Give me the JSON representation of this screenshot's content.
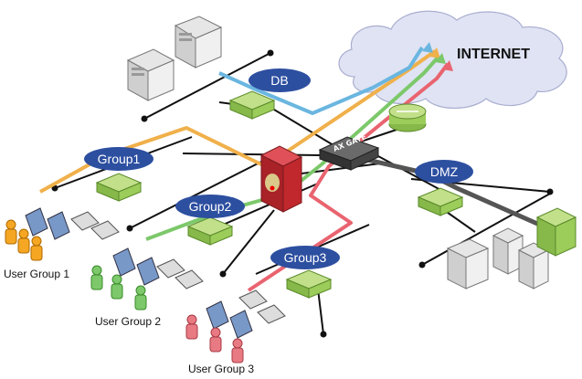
{
  "diagram": {
    "internet_label": "INTERNET",
    "gateway_label": "AX GATE",
    "zones": {
      "db": "DB",
      "group1": "Group1",
      "group2": "Group2",
      "group3": "Group3",
      "dmz": "DMZ"
    },
    "user_groups": [
      "User Group 1",
      "User Group 2",
      "User Group 3"
    ],
    "colors": {
      "group1_link": "#f0b04a",
      "group2_link": "#7cc86a",
      "group3_link": "#e96470",
      "db_link": "#6ab6e0",
      "dmz_link": "#555555",
      "pill": "#2d4fa0",
      "switch": "#9ccc5a",
      "firewall": "#c0282d",
      "cloud": "#d8dcf0",
      "user1": "#f5a623",
      "user2": "#7cc86a",
      "user3": "#e87a84"
    },
    "icons": [
      "cloud-icon",
      "server-icon",
      "switch-icon",
      "router-icon",
      "firewall-icon",
      "gateway-icon",
      "laptop-icon",
      "desktop-icon",
      "user-icon"
    ]
  }
}
